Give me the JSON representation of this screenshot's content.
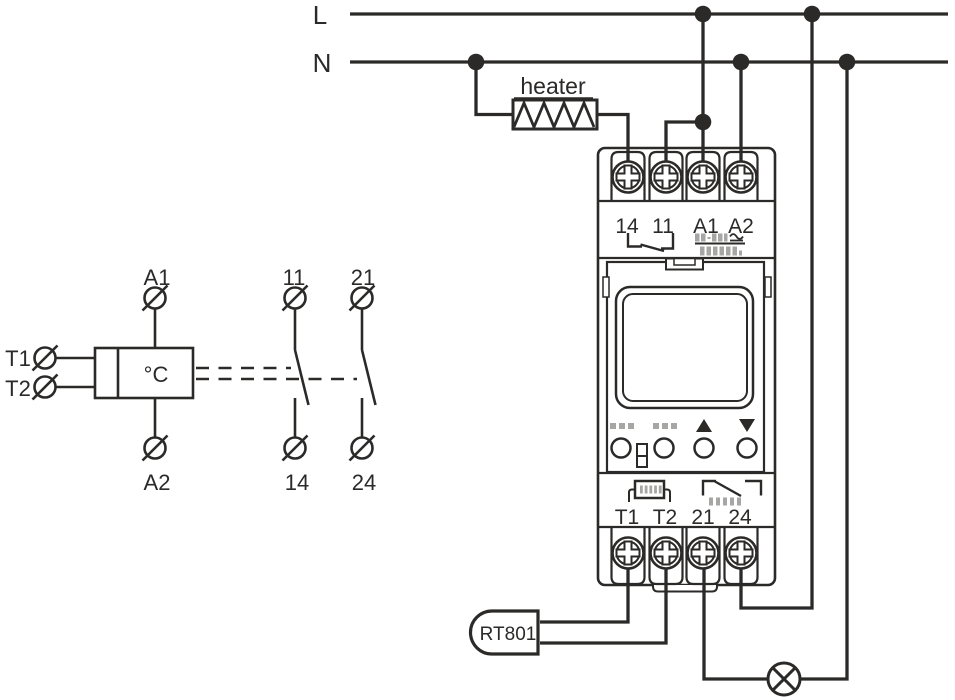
{
  "power": {
    "line1": "L",
    "line2": "N"
  },
  "heater": {
    "label": "heater"
  },
  "probe": {
    "label": "RT801"
  },
  "schematic": {
    "temp_unit": "°C",
    "coil_top": "A1",
    "coil_bottom": "A2",
    "sensor_top": "T1",
    "sensor_bottom": "T2",
    "contact1_top": "11",
    "contact1_bottom": "14",
    "contact2_top": "21",
    "contact2_bottom": "24"
  },
  "device": {
    "top_terminals": [
      "14",
      "11",
      "A1",
      "A2"
    ],
    "bottom_terminals": [
      "T1",
      "T2",
      "21",
      "24"
    ]
  },
  "colors": {
    "line": "#2b2a29",
    "gray": "#a6a6a5",
    "background": "#ffffff"
  }
}
